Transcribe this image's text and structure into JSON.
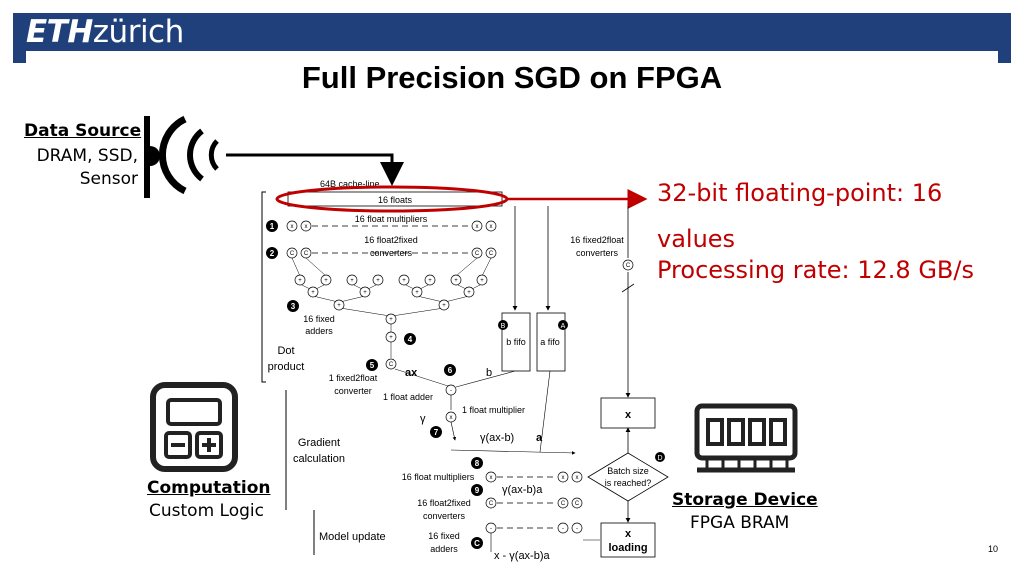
{
  "header": {
    "logo_bold": "ETH",
    "logo_rest": "zürich"
  },
  "title": "Full Precision SGD on FPGA",
  "slide_number": "10",
  "data_source": {
    "title": "Data Source",
    "subtitle": "DRAM, SSD, Sensor"
  },
  "highlight": {
    "line1": "32-bit floating-point: 16",
    "line2": "values",
    "line3": "Processing rate: 12.8 GB/s"
  },
  "computation": {
    "title": "Computation",
    "subtitle": "Custom Logic"
  },
  "storage": {
    "title": "Storage Device",
    "subtitle": "FPGA BRAM"
  },
  "colors": {
    "header": "#1f407a",
    "accent_red": "#c00000"
  },
  "diagram": {
    "cache_line": "64B cache-line",
    "floats": "16 floats",
    "mult1": "16 float multipliers",
    "f2fix_a": "16 float2fixed",
    "f2fix_b": "converters",
    "fix2f_a": "16 fixed2float",
    "fix2f_b": "converters",
    "fixed_adders_a": "16 fixed",
    "fixed_adders_b": "adders",
    "dot_a": "Dot",
    "dot_b": "product",
    "one_fixed2float_a": "1 fixed2float",
    "one_fixed2float_b": "converter",
    "ax": "ax",
    "b": "b",
    "one_float_adder": "1 float adder",
    "one_float_mult": "1 float multiplier",
    "gamma": "γ",
    "gamma_term": "γ(ax-b)",
    "a": "a",
    "grad_a": "Gradient",
    "grad_b": "calculation",
    "b_fifo": "b fifo",
    "a_fifo": "a fifo",
    "x": "x",
    "batch_a": "Batch size",
    "batch_b": "is reached?",
    "mult2": "16 float multipliers",
    "gamma_term_a": "γ(ax-b)a",
    "f2fix2_a": "16 float2fixed",
    "f2fix2_b": "converters",
    "fixed2_a": "16 fixed",
    "fixed2_b": "adders",
    "model_update": "Model update",
    "x_loading_a": "x",
    "x_loading_b": "loading",
    "final": "x - γ(ax-b)a",
    "steps": [
      "1",
      "2",
      "3",
      "4",
      "5",
      "6",
      "7",
      "8",
      "9",
      "C"
    ],
    "tags": [
      "B",
      "A",
      "C",
      "D"
    ],
    "node_x": "x",
    "node_c": "C",
    "node_plus": "+",
    "node_minus": "-"
  }
}
